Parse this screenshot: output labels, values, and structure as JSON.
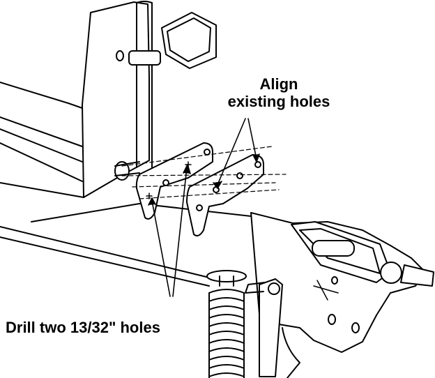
{
  "callouts": {
    "align_line1": "Align",
    "align_line2": "existing holes",
    "drill": "Drill two 13/32\" holes"
  },
  "colors": {
    "ink": "#000000",
    "paper": "#ffffff"
  },
  "parts": [
    "lower-frame",
    "upright-post",
    "grip-block",
    "left-bracket-plate",
    "right-bracket-plate",
    "hitch-mechanism",
    "coil-spring",
    "control-lever"
  ]
}
